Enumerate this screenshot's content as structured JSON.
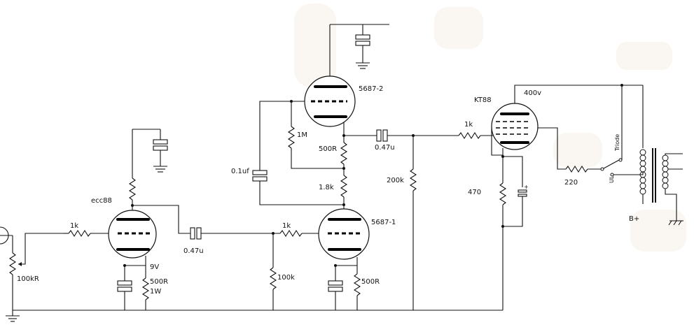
{
  "labels": {
    "ecc88": "ecc88",
    "tube_5687_2": "5687-2",
    "tube_5687_1": "5687-1",
    "kt88": "KT88",
    "r_1k_input": "1k",
    "r_1k_second": "1k",
    "r_1k_grid_kt88": "1k",
    "c_047u_first": "0.47u",
    "c_047u_second": "0.47u",
    "r_100kR": "100kR",
    "r_100k": "100k",
    "r_500R_1W": "500R",
    "r_1W": "1W",
    "v_9V": "9V",
    "r_500R_5687_1": "500R",
    "r_500R_5687_2": "500R",
    "r_1M": "1M",
    "c_01uf": "0.1uf",
    "r_18k": "1.8k",
    "r_200k": "200k",
    "r_470": "470",
    "r_220": "220",
    "v_400v": "400v",
    "sw_triode": "Triode",
    "sw_ul": "UL",
    "b_plus": "B+"
  }
}
